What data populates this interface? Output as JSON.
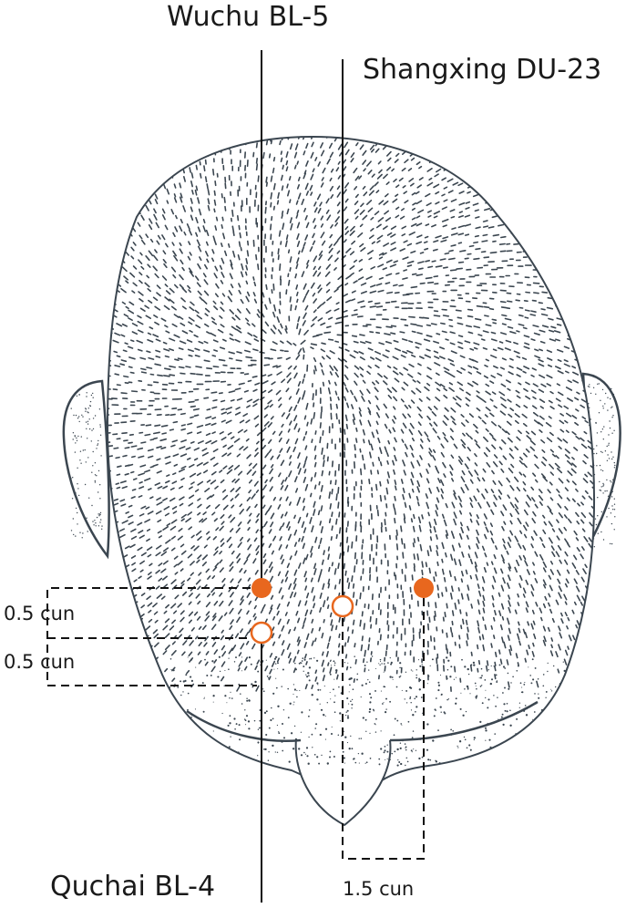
{
  "labels": {
    "wuchu": "Wuchu BL-5",
    "shangxing": "Shangxing DU-23",
    "quchai": "Quchai BL-4",
    "measure_a": "0.5 cun",
    "measure_b": "0.5 cun",
    "measure_c": "1.5 cun"
  },
  "colors": {
    "point": "#e8671e",
    "line": "#111111",
    "head_ink": "#3b4650",
    "background": "#ffffff"
  },
  "points": [
    {
      "name": "Wuchu BL-5",
      "style": "filled"
    },
    {
      "name": "Wuchu BL-5 (mirror)",
      "style": "filled"
    },
    {
      "name": "Shangxing DU-23",
      "style": "hollow"
    },
    {
      "name": "Quchai BL-4",
      "style": "hollow"
    }
  ],
  "head_icon": "head-top-view-illustration"
}
